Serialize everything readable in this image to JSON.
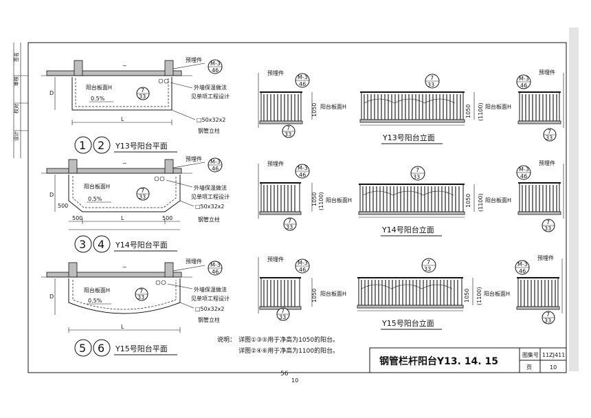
{
  "note": {
    "prefix": "说明：",
    "line1": "详图①③⑤用于净高为1050的阳台。",
    "line2": "详图②④⑥用于净高为1100的阳台。"
  },
  "title_block": {
    "title": "钢管栏杆阳台Y13. 14. 15",
    "atlas_label": "图集号",
    "atlas_no": "11ZJ411",
    "page_label": "页",
    "page_no": "10"
  },
  "page_numbers": {
    "book": "56",
    "inner": "10"
  },
  "side_strip": {
    "labels": [
      "审核",
      "校对",
      "设计",
      "签名"
    ]
  },
  "plans": [
    {
      "id": "y13",
      "caption_nums": [
        "1",
        "2"
      ],
      "caption": "Y13号阳台平面",
      "embed": "预埋件",
      "ref_top": "M-3",
      "ref_bottom": "46",
      "slab": "阳台板面H",
      "slope": "0.5%",
      "det_top": "7",
      "det_bottom": "33",
      "wall_note": "外墙保温做法",
      "wall_note2": "见单项工程设计",
      "pipe": "□50x32x2",
      "post": "钢管立柱",
      "dim_d": "D",
      "dim_l": "L"
    },
    {
      "id": "y14",
      "caption_nums": [
        "3",
        "4"
      ],
      "caption": "Y14号阳台平面",
      "embed": "预埋件",
      "ref_top": "M-3",
      "ref_bottom": "46",
      "slab": "阳台板面H",
      "slope": "0.5%",
      "det_top": "7",
      "det_bottom": "33",
      "wall_note": "外墙保温做法",
      "wall_note2": "见单项工程设计",
      "pipe": "□50x32x2",
      "post": "钢管立柱",
      "dim_d": "D",
      "dim_500a": "500",
      "dim_500b": "500",
      "dim_500c": "500",
      "dim_l": "L"
    },
    {
      "id": "y15",
      "caption_nums": [
        "5",
        "6"
      ],
      "caption": "Y15号阳台平面",
      "embed": "预埋件",
      "ref_top": "M-3",
      "ref_bottom": "46",
      "slab": "阳台板面H",
      "slope": "0.5%",
      "det_top": "7",
      "det_bottom": "33",
      "wall_note": "外墙保温做法",
      "wall_note2": "见单项工程设计",
      "pipe": "□50x32x2",
      "post": "钢管立柱",
      "dim_d": "D",
      "dim_l": "L"
    }
  ],
  "elevations": [
    {
      "id": "y13",
      "caption": "Y13号阳台立面",
      "embed": "预埋件",
      "ref_top": "M-3",
      "ref_bottom": "46",
      "det_top": "7",
      "det_bottom": "33",
      "h1": "1050",
      "h2": "(1100)",
      "slab": "阳台板面H"
    },
    {
      "id": "y14",
      "caption": "Y14号阳台立面",
      "embed": "预埋件",
      "ref_top": "M-3",
      "ref_bottom": "46",
      "det_top": "7",
      "det_bottom": "33",
      "h1": "1050",
      "h2": "(1100)",
      "slab": "阳台板面H"
    },
    {
      "id": "y15",
      "caption": "Y15号阳台立面",
      "embed": "预埋件",
      "ref_top": "M-3",
      "ref_bottom": "46",
      "det_top": "7",
      "det_bottom": "33",
      "h1": "1050",
      "h2": "(1100)",
      "slab": "阳台板面H"
    }
  ]
}
